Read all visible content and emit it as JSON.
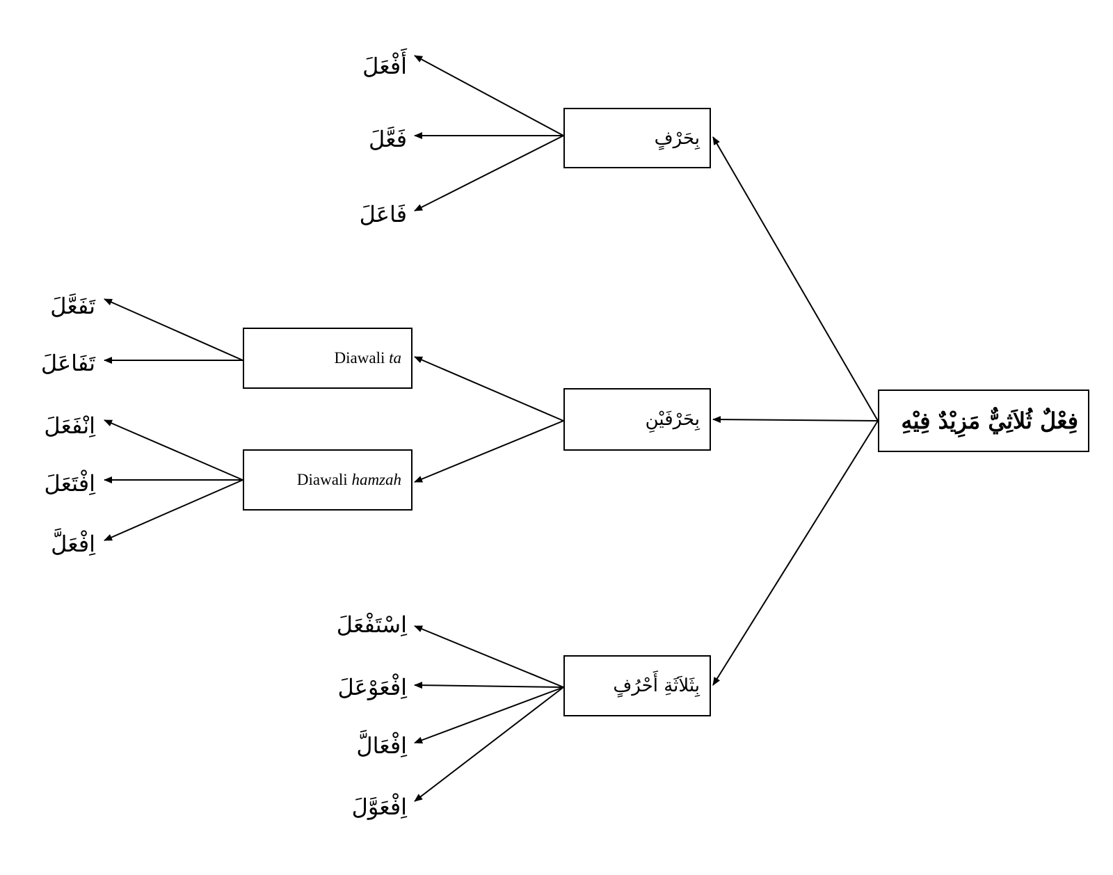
{
  "root": {
    "label": "فِعْلٌ ثُلاَثِيٌّ مَزِيْدٌ فِيْهِ"
  },
  "branches": {
    "one_letter": {
      "label": "بِحَرْفٍ",
      "patterns": [
        "أَفْعَلَ",
        "فَعَّلَ",
        "فَاعَلَ"
      ]
    },
    "two_letters": {
      "label": "بِحَرْفَيْنِ",
      "ta": {
        "prefix": "Diawali",
        "term": "ta",
        "patterns": [
          "تَفَعَّلَ",
          "تَفَاعَلَ"
        ]
      },
      "hamzah": {
        "prefix": "Diawali",
        "term": "hamzah",
        "patterns": [
          "اِنْفَعَلَ",
          "اِفْتَعَلَ",
          "اِفْعَلَّ"
        ]
      }
    },
    "three_letters": {
      "label": "بِثَلاَثَةِ أَحْرُفٍ",
      "patterns": [
        "اِسْتَفْعَلَ",
        "اِفْعَوْعَلَ",
        "اِفْعَالَّ",
        "اِفْعَوَّلَ"
      ]
    }
  }
}
